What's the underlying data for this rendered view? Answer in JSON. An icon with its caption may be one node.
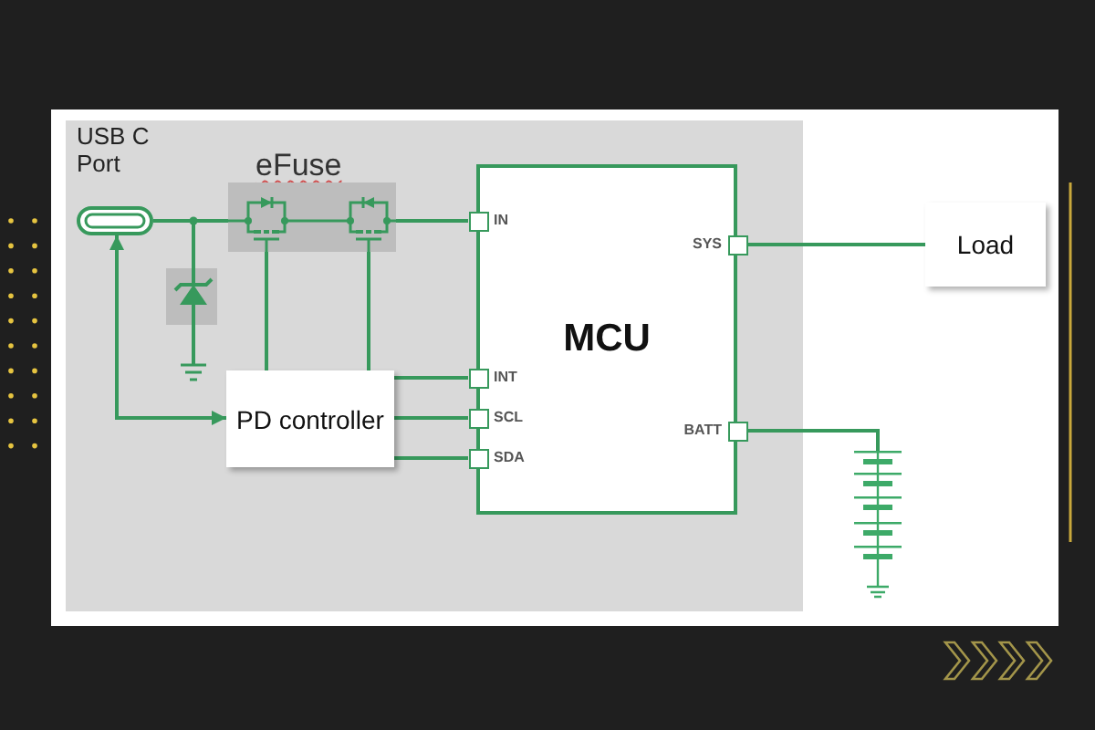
{
  "diagram": {
    "nodes": [
      {
        "text": [
          "USB C Port"
        ]
      },
      {
        "text": [
          "eFuse"
        ]
      },
      {
        "text": [
          "PD controller"
        ]
      },
      {
        "text": [
          "MCU"
        ]
      },
      {
        "text": [],
        "shape": "box",
        "beside": [
          "IN"
        ]
      },
      {
        "text": [],
        "shape": "box",
        "beside": [
          "INT"
        ]
      },
      {
        "text": [],
        "shape": "box",
        "beside": [
          "SCL"
        ]
      },
      {
        "text": [],
        "shape": "box",
        "beside": [
          "SDA"
        ]
      },
      {
        "text": [],
        "shape": "box",
        "beside": [
          "SYS"
        ]
      },
      {
        "text": [],
        "shape": "box",
        "beside": [
          "BATT"
        ]
      },
      {
        "text": [
          "Load"
        ]
      },
      {
        "text": [],
        "shape": "battery"
      }
    ],
    "edges": [
      {
        "from": 0,
        "to": 1,
        "arrow": "none"
      },
      {
        "from": 1,
        "to": 4,
        "arrow": "none"
      },
      {
        "from": 0,
        "to": 2,
        "arrow": "both"
      },
      {
        "from": 1,
        "to": 2,
        "arrow": "none"
      },
      {
        "from": 1,
        "to": 2,
        "arrow": "none"
      },
      {
        "from": 2,
        "to": 5,
        "arrow": "none"
      },
      {
        "from": 2,
        "to": 6,
        "arrow": "none"
      },
      {
        "from": 2,
        "to": 7,
        "arrow": "none"
      },
      {
        "from": 8,
        "to": 10,
        "arrow": "none"
      },
      {
        "from": 9,
        "to": 11,
        "arrow": "none"
      }
    ]
  }
}
